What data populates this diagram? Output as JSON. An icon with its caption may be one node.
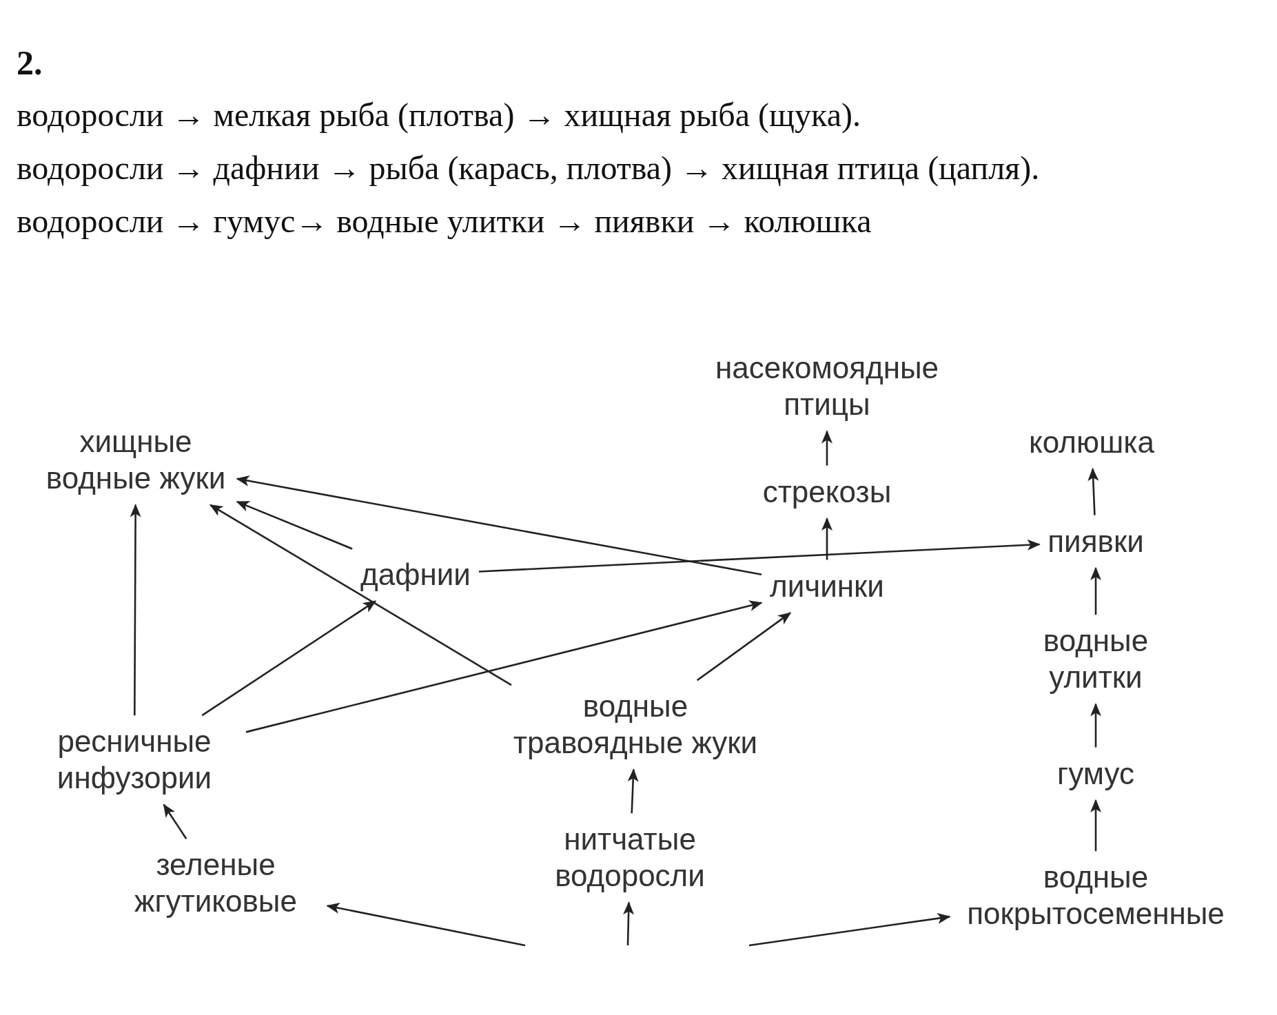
{
  "diagram": {
    "title": "2.",
    "labels": [
      "водоросли → мелкая рыба (плотва) → хищная рыба (щука).",
      "водоросли → дафнии → рыба (карась, плотва) → хищная птица (цапля).",
      "водоросли → гумус→ водные улитки → пиявки → колюшка"
    ],
    "nodes": [
      {
        "text": [
          "хищные водные жуки"
        ]
      },
      {
        "text": [
          "насекомоядные птицы"
        ]
      },
      {
        "text": [
          "колюшка"
        ]
      },
      {
        "text": [
          "стрекозы"
        ]
      },
      {
        "text": [
          "пиявки"
        ]
      },
      {
        "text": [
          "дафнии"
        ]
      },
      {
        "text": [
          "личинки"
        ]
      },
      {
        "text": [
          "водные улитки"
        ]
      },
      {
        "text": [
          "водные травоядные жуки"
        ]
      },
      {
        "text": [
          "ресничные инфузории"
        ]
      },
      {
        "text": [
          "гумус"
        ]
      },
      {
        "text": [
          "зеленые жгутиковые"
        ]
      },
      {
        "text": [
          "нитчатые водоросли"
        ]
      },
      {
        "text": [
          "водные покрытосеменные"
        ]
      }
    ],
    "edges": [
      {
        "from": 9,
        "to": 0,
        "arrow": "to"
      },
      {
        "from": 5,
        "to": 0,
        "arrow": "to"
      },
      {
        "from": 6,
        "to": 0,
        "arrow": "to"
      },
      {
        "from": 8,
        "to": 0,
        "arrow": "to"
      },
      {
        "from": 9,
        "to": 5,
        "arrow": "to"
      },
      {
        "from": 9,
        "to": 6,
        "arrow": "to"
      },
      {
        "from": 5,
        "to": 4,
        "arrow": "to"
      },
      {
        "from": 8,
        "to": 6,
        "arrow": "to"
      },
      {
        "from": 6,
        "to": 3,
        "arrow": "to"
      },
      {
        "from": 3,
        "to": 1,
        "arrow": "to"
      },
      {
        "from": 7,
        "to": 4,
        "arrow": "to"
      },
      {
        "from": 4,
        "to": 2,
        "arrow": "to"
      },
      {
        "from": 10,
        "to": 7,
        "arrow": "to"
      },
      {
        "from": 13,
        "to": 10,
        "arrow": "to"
      },
      {
        "from": 11,
        "to": 9,
        "arrow": "to"
      },
      {
        "from": 12,
        "to": 8,
        "arrow": "to"
      },
      {
        "from": null,
        "to": 11,
        "arrow": "to"
      },
      {
        "from": null,
        "to": 12,
        "arrow": "to"
      },
      {
        "from": null,
        "to": 13,
        "arrow": "to"
      }
    ]
  }
}
